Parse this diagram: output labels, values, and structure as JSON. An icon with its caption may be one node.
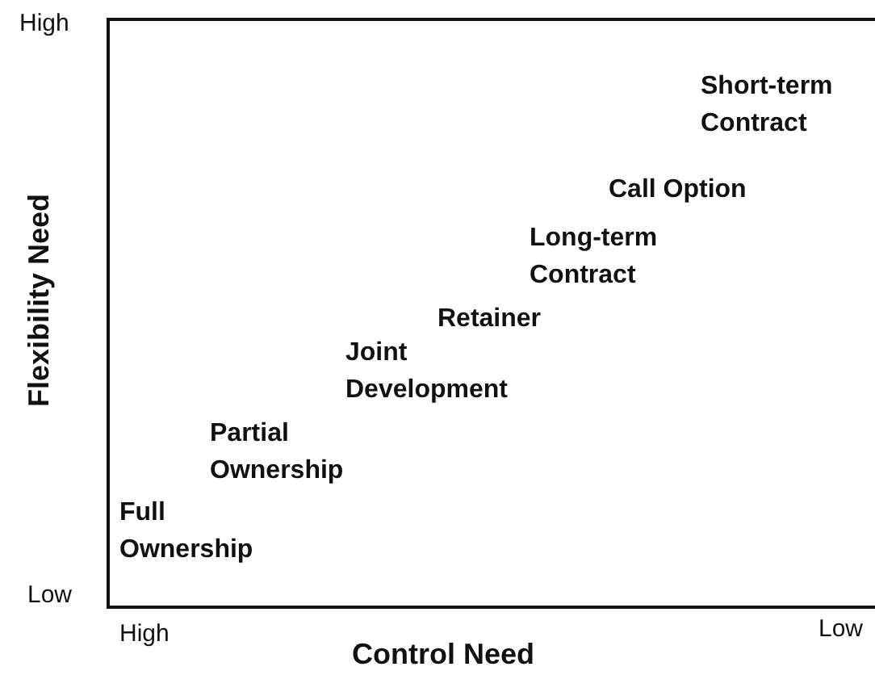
{
  "diagram": {
    "labels": [
      "High",
      "Flexibility Need",
      "Short-term Contract",
      "Call Option",
      "Long-term Contract",
      "Retainer",
      "Joint Development",
      "Partial Ownership",
      "Full Ownership",
      "Low",
      "High",
      "Low",
      "Control Need"
    ]
  }
}
